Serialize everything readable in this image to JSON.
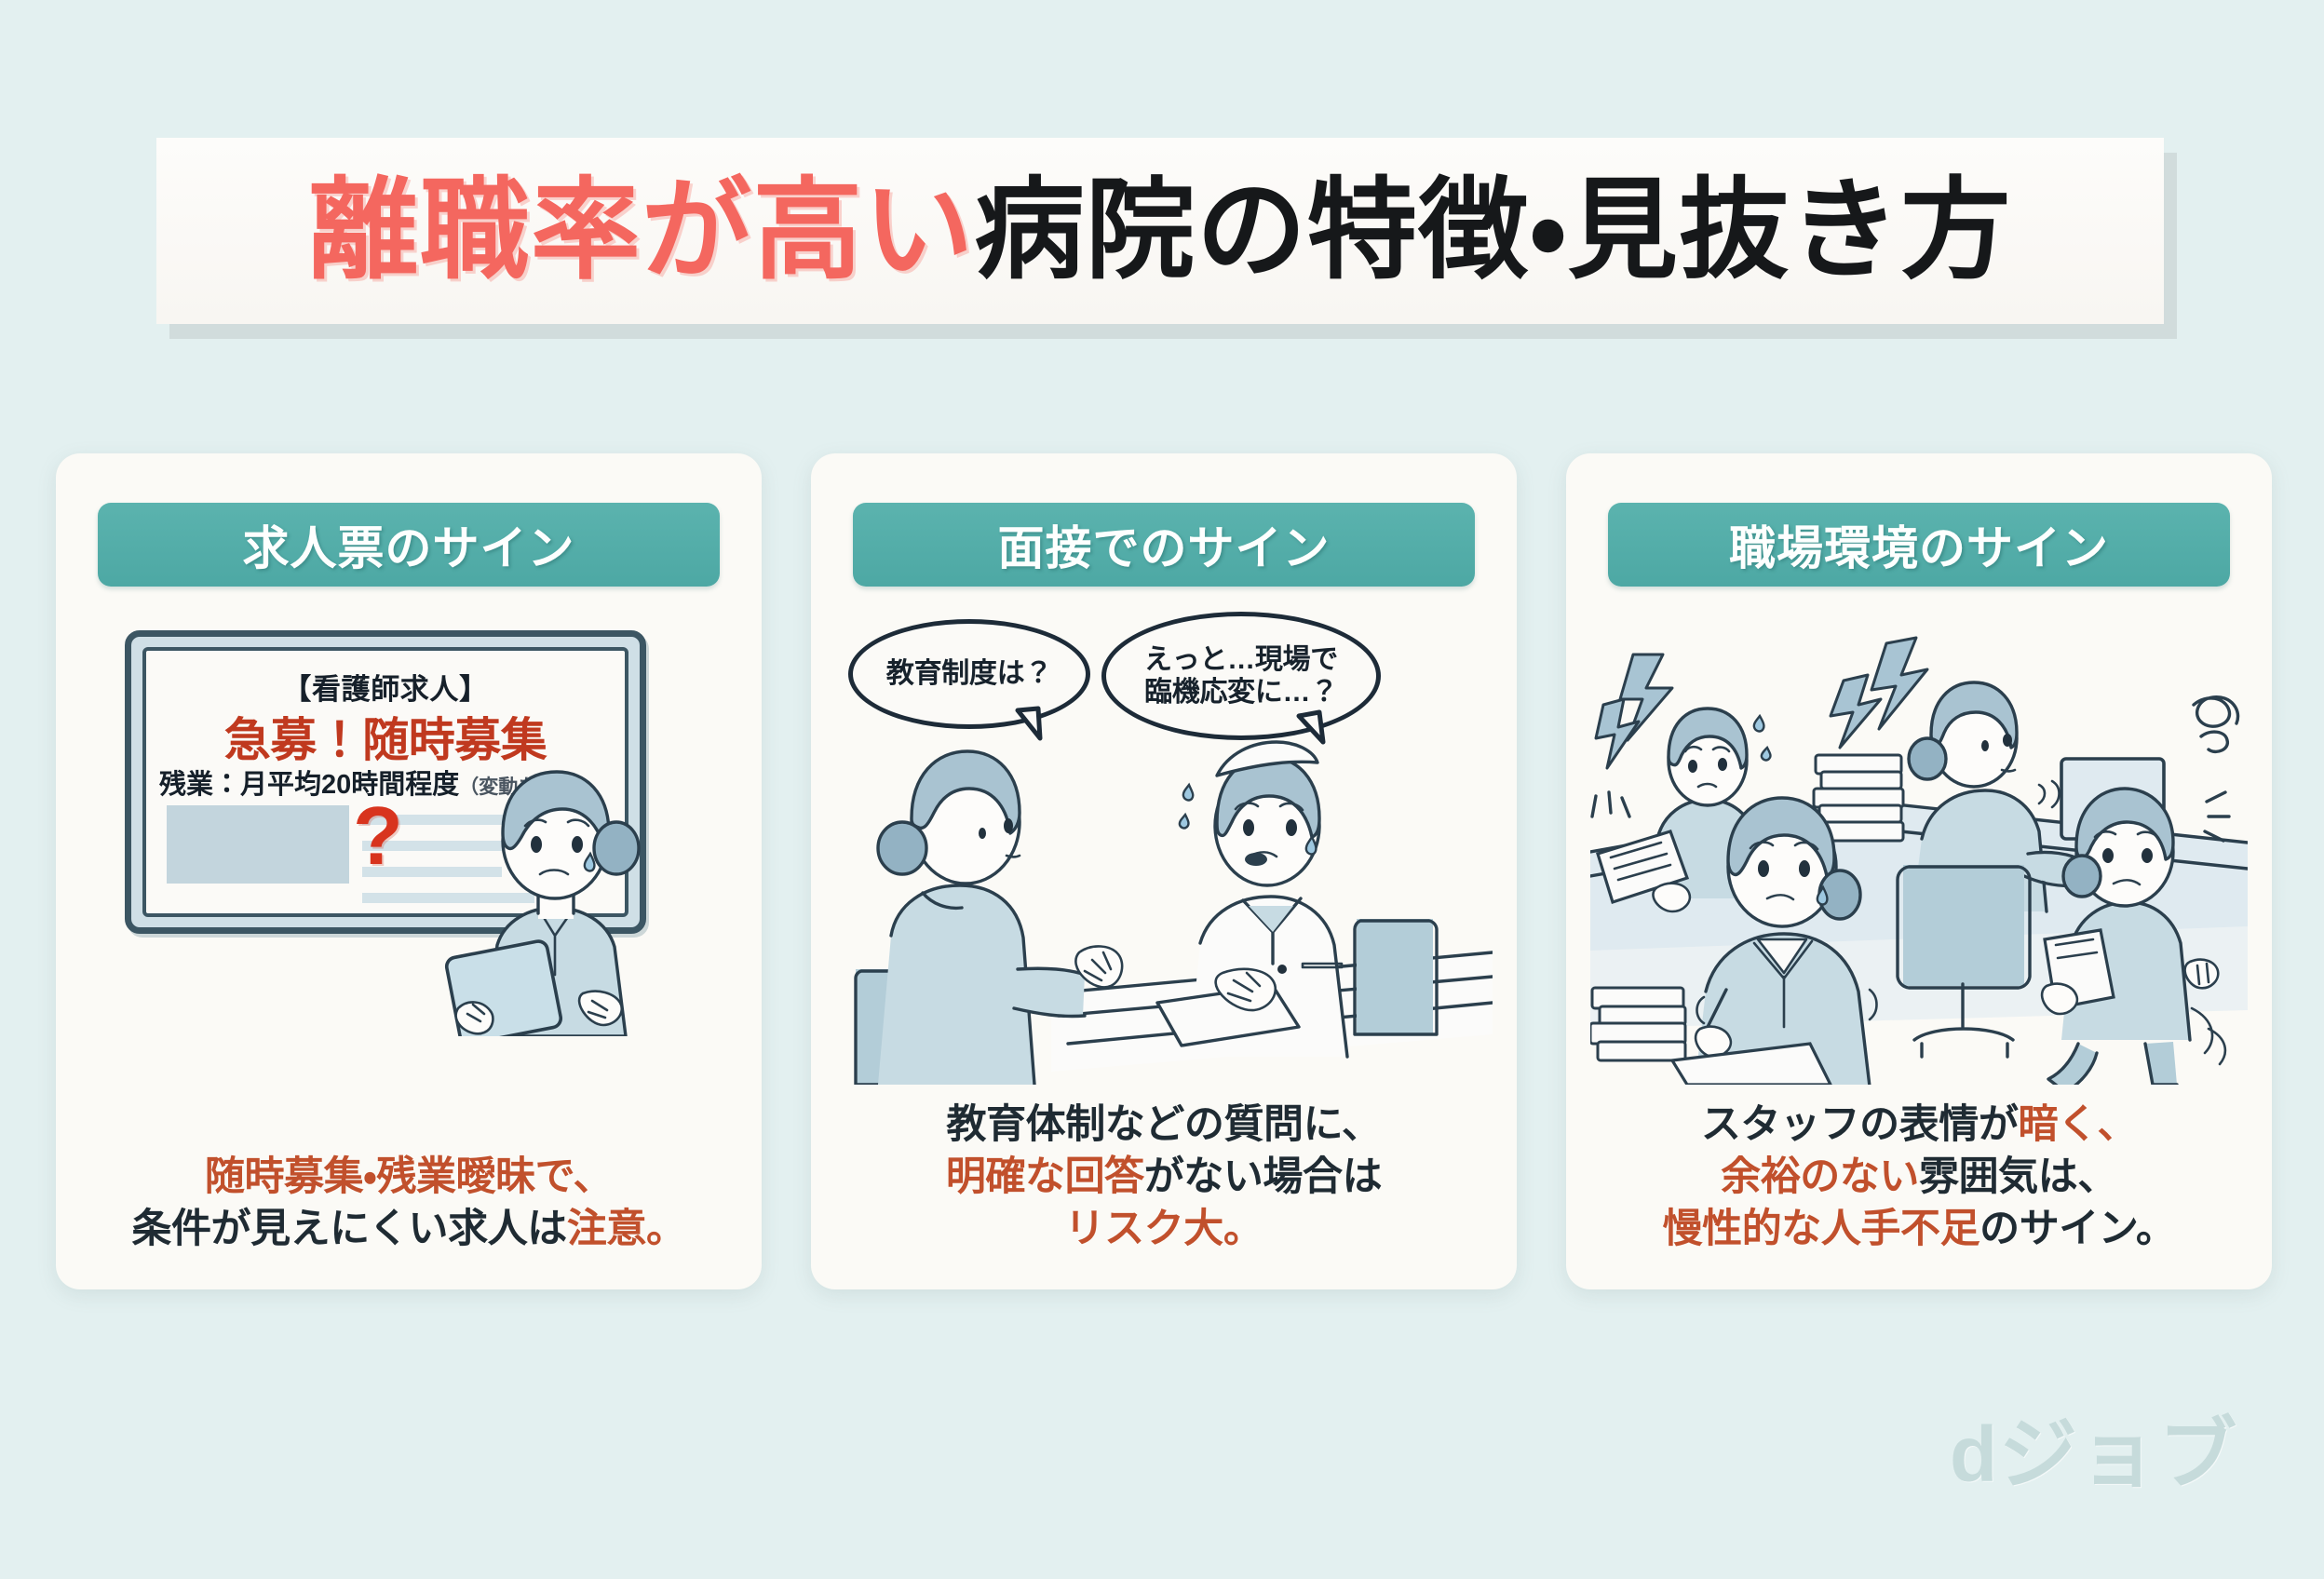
{
  "title": {
    "highlight": "離職率が高い",
    "rest": "病院の特徴・見抜き方",
    "highlight_color": "#f4675f",
    "rest_color": "#16181a"
  },
  "theme": {
    "background": "#e3f0f0",
    "card_background": "#fbfaf6",
    "header_teal": "#4da8a4",
    "accent_red": "#c1502c",
    "text_dark": "#1f2b33"
  },
  "cards": [
    {
      "header": "求人票のサイン",
      "illustration": "job-posting-board-with-worried-nurse",
      "board": {
        "line1": "【看護師求人】",
        "line2": "急募！随時募集",
        "line3_main": "残業：月平均20時間程度",
        "line3_note": "（変動あり）",
        "question_mark": "?"
      },
      "caption_parts": [
        {
          "text": "随時募集・残業曖昧で、",
          "color": "red"
        },
        {
          "text": "条件が見えにくい求人は",
          "color": "dark"
        },
        {
          "text": "注意。",
          "color": "red"
        }
      ]
    },
    {
      "header": "面接でのサイン",
      "illustration": "interview-scene-two-people",
      "bubbles": [
        {
          "text": "教育制度は？"
        },
        {
          "line1": "えっと…現場で",
          "line2": "臨機応変に…？"
        }
      ],
      "caption_parts": [
        {
          "text": "教育体制などの質問に、",
          "color": "dark"
        },
        {
          "text": "明確な回答",
          "color": "red"
        },
        {
          "text": "がない場合は",
          "color": "dark"
        },
        {
          "text": "リスク大。",
          "color": "red"
        }
      ]
    },
    {
      "header": "職場環境のサイン",
      "illustration": "busy-stressed-nurse-station",
      "caption_parts": [
        {
          "text": "スタッフの表情が",
          "color": "dark"
        },
        {
          "text": "暗く、",
          "color": "red"
        },
        {
          "text": "余裕のない",
          "color": "red"
        },
        {
          "text": "雰囲気は、",
          "color": "dark"
        },
        {
          "text": "慢性的な人手不足",
          "color": "red"
        },
        {
          "text": "のサイン。",
          "color": "dark"
        }
      ]
    }
  ],
  "logo": "dジョブ"
}
